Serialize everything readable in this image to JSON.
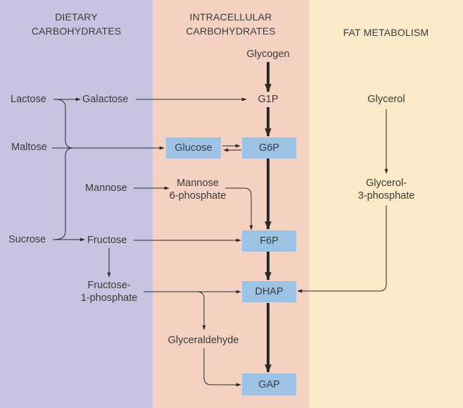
{
  "headers": {
    "dietary": [
      "DIETARY",
      "CARBOHYDRATES"
    ],
    "intracellular": [
      "INTRACELLULAR",
      "CARBOHYDRATES"
    ],
    "fat": "FAT METABOLISM"
  },
  "dietary": {
    "lactose": "Lactose",
    "galactose": "Galactose",
    "maltose": "Maltose",
    "mannose": "Mannose",
    "sucrose": "Sucrose",
    "fructose": "Fructose",
    "fructose1p": [
      "Fructose-",
      "1-phosphate"
    ]
  },
  "intracellular": {
    "glycogen": "Glycogen",
    "g1p": "G1P",
    "glucose": "Glucose",
    "g6p": "G6P",
    "mannose6p": [
      "Mannose",
      "6-phosphate"
    ],
    "f6p": "F6P",
    "dhap": "DHAP",
    "glyceraldehyde": "Glyceraldehyde",
    "gap": "GAP"
  },
  "fat": {
    "glycerol": "Glycerol",
    "glycerol3p": [
      "Glycerol-",
      "3-phosphate"
    ]
  },
  "colors": {
    "dietary_bg": "#c6c4e1",
    "intracellular_bg": "#f5d1c2",
    "fat_bg": "#fbeac7",
    "box": "#9cc3e6",
    "line": "#2a2a2a"
  }
}
